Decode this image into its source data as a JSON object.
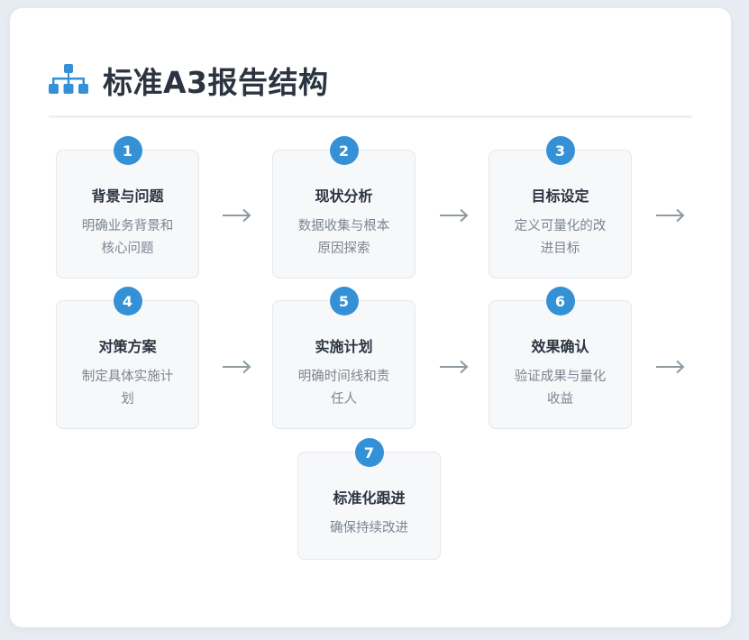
{
  "header": {
    "title": "标准A3报告结构",
    "icon": "sitemap-icon",
    "accent_color": "#3591d6"
  },
  "steps": [
    {
      "number": "1",
      "title": "背景与问题",
      "description": "明确业务背景和核心问题"
    },
    {
      "number": "2",
      "title": "现状分析",
      "description": "数据收集与根本原因探索"
    },
    {
      "number": "3",
      "title": "目标设定",
      "description": "定义可量化的改进目标"
    },
    {
      "number": "4",
      "title": "对策方案",
      "description": "制定具体实施计划"
    },
    {
      "number": "5",
      "title": "实施计划",
      "description": "明确时间线和责任人"
    },
    {
      "number": "6",
      "title": "效果确认",
      "description": "验证成果与量化收益"
    },
    {
      "number": "7",
      "title": "标准化跟进",
      "description": "确保持续改进"
    }
  ],
  "arrow_icon": "arrow-right-icon"
}
